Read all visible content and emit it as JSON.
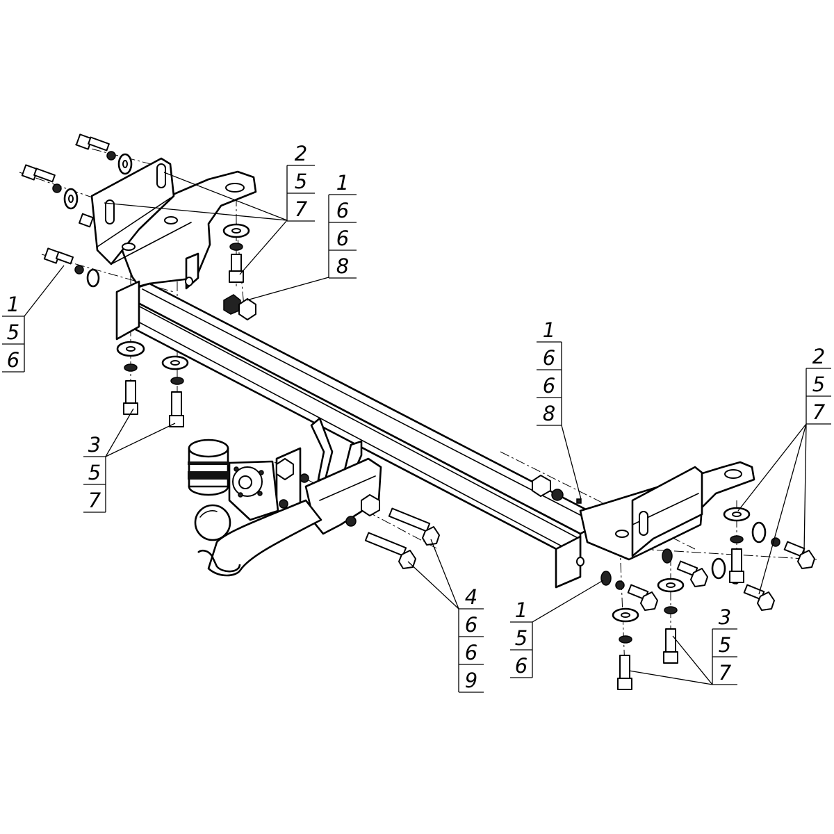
{
  "callouts": {
    "c1": [
      "2",
      "5",
      "7"
    ],
    "c2": [
      "1",
      "6",
      "6",
      "8"
    ],
    "c3": [
      "1",
      "5",
      "6"
    ],
    "c4": [
      "3",
      "5",
      "7"
    ],
    "c5": [
      "1",
      "6",
      "6",
      "8"
    ],
    "c6": [
      "2",
      "5",
      "7"
    ],
    "c7": [
      "4",
      "6",
      "6",
      "9"
    ],
    "c8": [
      "1",
      "5",
      "6"
    ],
    "c9": [
      "3",
      "5",
      "7"
    ]
  }
}
